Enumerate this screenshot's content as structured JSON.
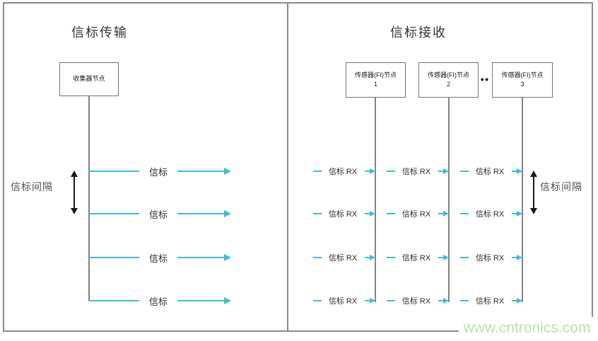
{
  "panels": {
    "left": {
      "title": "信标传输",
      "node_label": "收集器节点",
      "beacon_label": "信标",
      "interval_label": "信标间隔",
      "rows": 4
    },
    "right": {
      "title": "信标接收",
      "nodes": [
        {
          "label": "传感器(FI)节点",
          "number": "1"
        },
        {
          "label": "传感器(FI)节点",
          "number": "2"
        },
        {
          "label": "传感器(FI)节点",
          "number": "3"
        }
      ],
      "ellipsis": "●●",
      "beacon_rx_label": "信标 RX",
      "interval_label": "信标间隔",
      "rows": 4
    }
  },
  "watermark": "www.cntronics.com",
  "colors": {
    "accent_cyan": "#3cbdd8",
    "line_gray": "#828282",
    "text_dark": "#262626",
    "interval_text_gray": "#4f4f4f",
    "watermark_green": "#b9e2ab"
  }
}
